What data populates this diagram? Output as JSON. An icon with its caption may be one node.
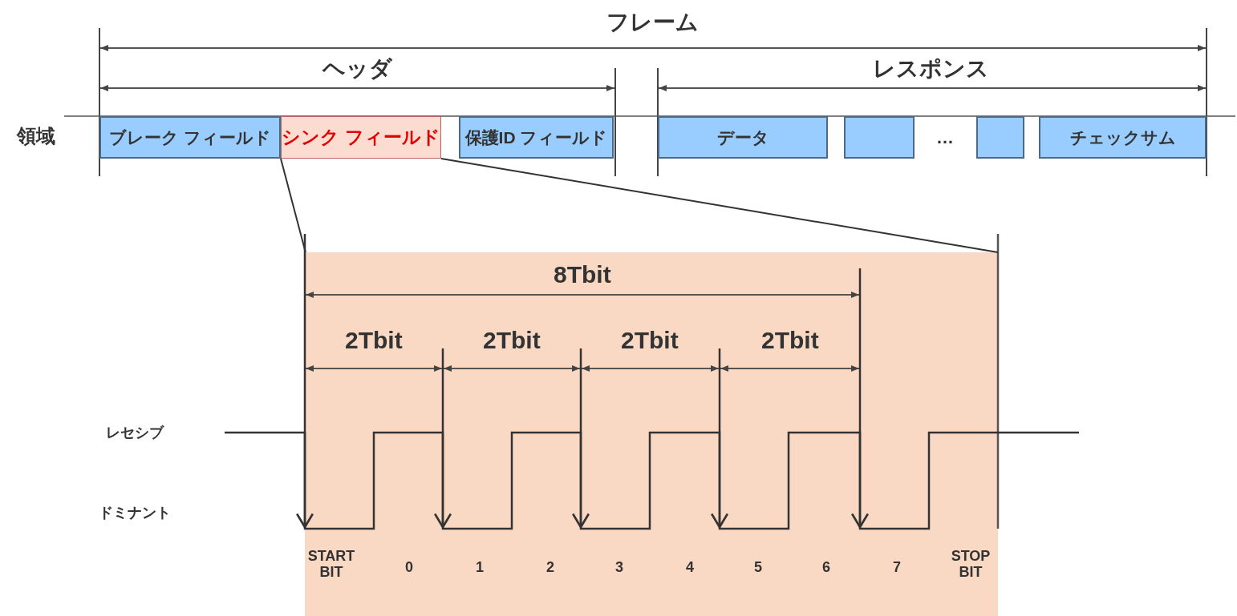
{
  "diagram": {
    "nodes": [
      {
        "text": [
          "ブレーク フィールド"
        ]
      },
      {
        "text": [
          "シンク フィールド"
        ]
      },
      {
        "text": [
          "保護ID フィールド"
        ]
      },
      {
        "text": [
          "データ"
        ]
      },
      {
        "text": [],
        "shape": "box"
      },
      {
        "text": [],
        "shape": "box"
      },
      {
        "text": [
          "チェックサム"
        ]
      },
      {
        "text": [],
        "shape": "box"
      }
    ],
    "edges": [
      {
        "from": 1,
        "to": 7,
        "arrow": "none"
      },
      {
        "from": 1,
        "to": 7,
        "arrow": "none"
      }
    ],
    "labels": [
      "フレーム",
      "ヘッダ",
      "レスポンス",
      "領域",
      "…",
      "8Tbit",
      "2Tbit",
      "2Tbit",
      "2Tbit",
      "2Tbit",
      "レセシブ",
      "ドミナント",
      "START BIT",
      "0",
      "1",
      "2",
      "3",
      "4",
      "5",
      "6",
      "7",
      "STOP BIT"
    ]
  }
}
